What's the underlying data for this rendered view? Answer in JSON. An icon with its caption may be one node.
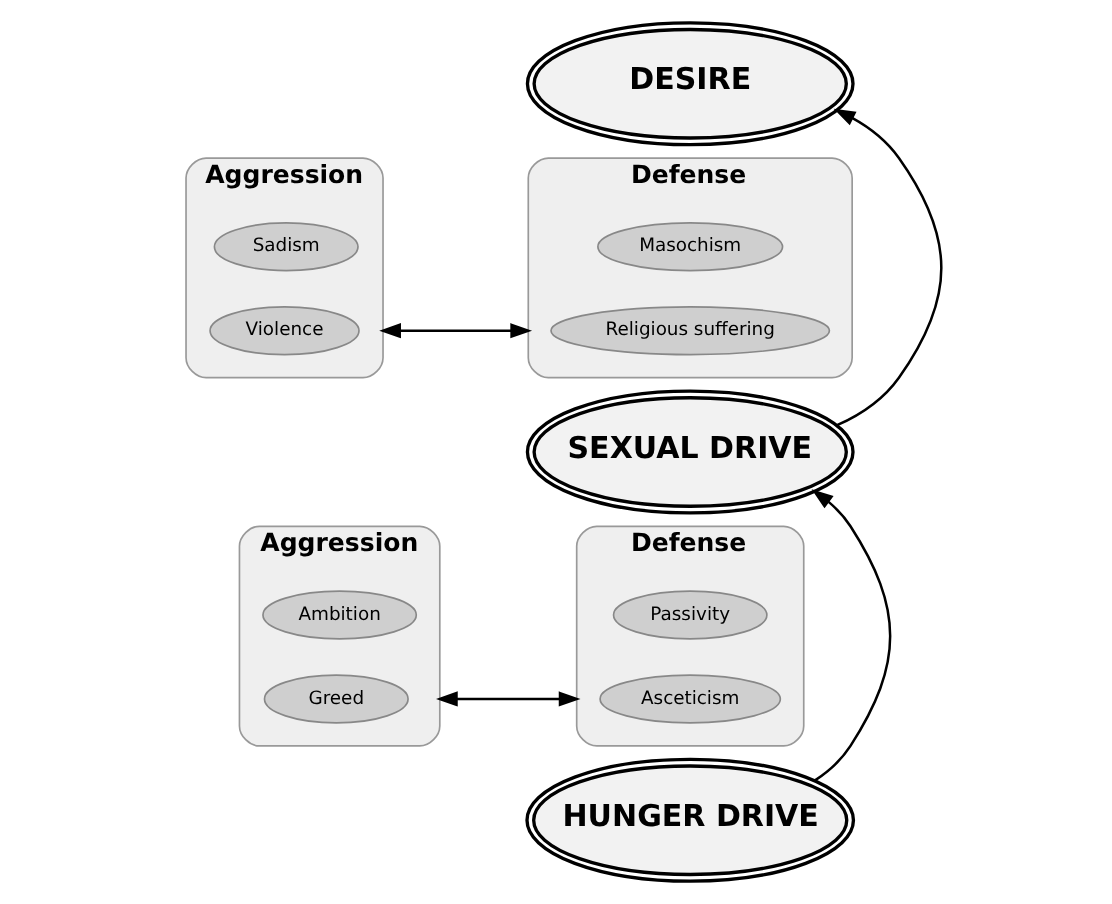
{
  "diagram": {
    "nodes": [
      {
        "text": [
          "DESIRE"
        ]
      },
      {
        "text": [
          "Aggression"
        ]
      },
      {
        "text": [
          "Sadism"
        ],
        "in": 1
      },
      {
        "text": [
          "Violence"
        ],
        "in": 1
      },
      {
        "text": [
          "Defense"
        ]
      },
      {
        "text": [
          "Masochism"
        ],
        "in": 4
      },
      {
        "text": [
          "Religious suffering"
        ],
        "in": 4
      },
      {
        "text": [
          "SEXUAL DRIVE"
        ]
      },
      {
        "text": [
          "Aggression"
        ]
      },
      {
        "text": [
          "Ambition"
        ],
        "in": 8
      },
      {
        "text": [
          "Greed"
        ],
        "in": 8
      },
      {
        "text": [
          "Defense"
        ]
      },
      {
        "text": [
          "Passivity"
        ],
        "in": 11
      },
      {
        "text": [
          "Asceticism"
        ],
        "in": 11
      },
      {
        "text": [
          "HUNGER DRIVE"
        ]
      }
    ],
    "edges": [
      {
        "from": 7,
        "to": 0,
        "arrow": "to"
      },
      {
        "from": 1,
        "to": 4,
        "arrow": "both"
      },
      {
        "from": 14,
        "to": 7,
        "arrow": "to"
      },
      {
        "from": 8,
        "to": 11,
        "arrow": "both"
      }
    ]
  }
}
